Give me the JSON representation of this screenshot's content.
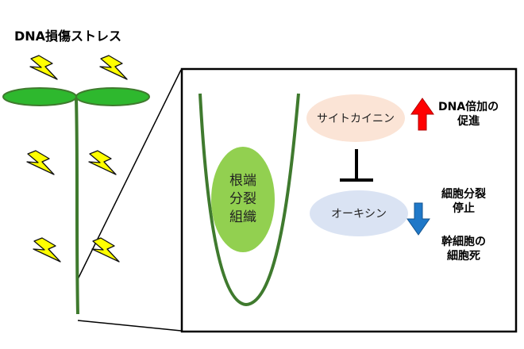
{
  "title": "DNA損傷ストレス",
  "hormones": {
    "cytokinin": "サイトカイニン",
    "auxin": "オーキシン"
  },
  "tissue": {
    "line1": "根端",
    "line2": "分裂",
    "line3": "組織"
  },
  "effects": {
    "dna_promotion": {
      "line1": "DNA倍加の",
      "line2": "促進"
    },
    "cell_division_stop": {
      "line1": "細胞分裂",
      "line2": "停止"
    },
    "stem_cell_death": {
      "line1": "幹細胞の",
      "line2": "細胞死"
    }
  },
  "colors": {
    "plant_green": "#3f7a2e",
    "leaf_green": "#2eb82e",
    "meristem_green": "#92d050",
    "lightning_yellow": "#ffff00",
    "cytokinin_fill": "#fbe4d6",
    "auxin_fill": "#dae3f3",
    "up_arrow_red": "#ff0000",
    "down_arrow_blue": "#1f78c8"
  },
  "icons": {
    "stress": "lightning-bolt-icon",
    "increase": "arrow-up-icon",
    "decrease": "arrow-down-icon",
    "inhibition": "inhibition-t-bar-icon"
  }
}
